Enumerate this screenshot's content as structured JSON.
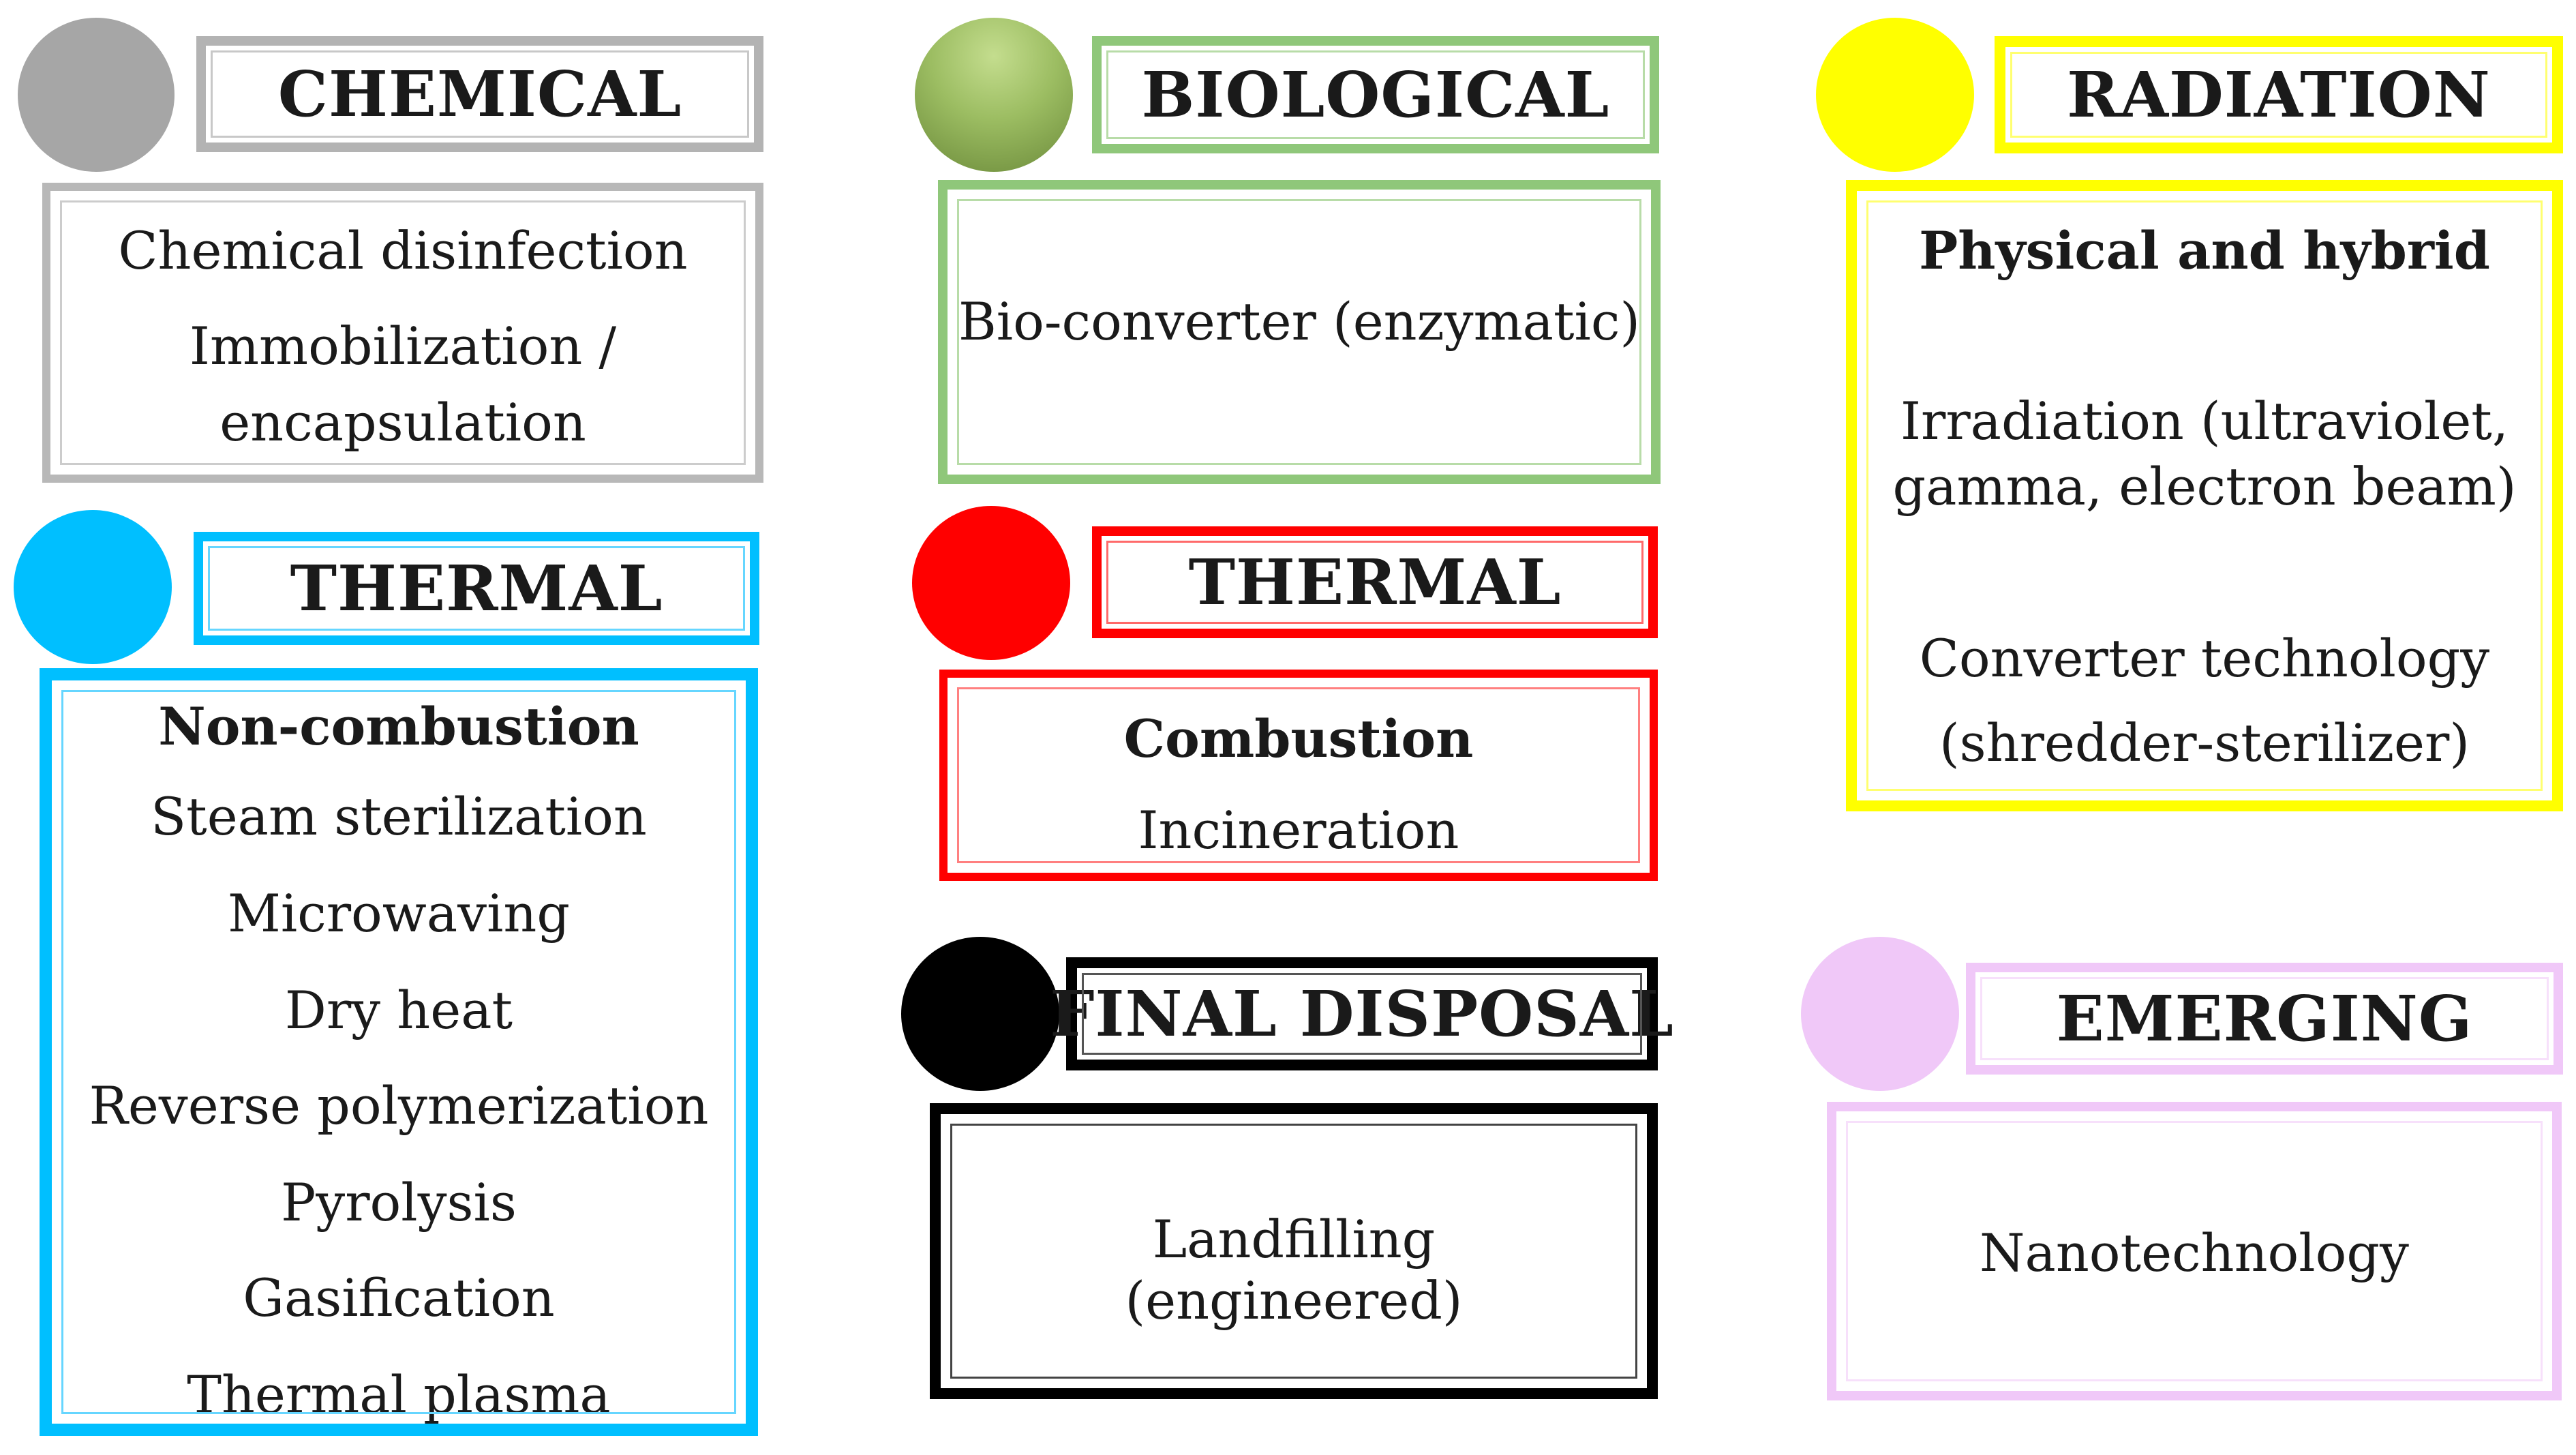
{
  "colors": {
    "chemical": "#b3b3b3",
    "biological": "#8fc77a",
    "radiation": "#ffff00",
    "thermal_blue": "#00bfff",
    "thermal_red": "#ff0000",
    "final_disposal": "#000000",
    "emerging": "#f0c8f8"
  },
  "chemical": {
    "title": "CHEMICAL",
    "items": [
      "Chemical disinfection",
      "Immobilization /",
      "encapsulation"
    ]
  },
  "biological": {
    "title": "BIOLOGICAL",
    "items": [
      "Bio-converter (enzymatic)"
    ]
  },
  "radiation": {
    "title": "RADIATION",
    "heading": "Physical and hybrid",
    "items": [
      "Irradiation (ultraviolet,",
      "gamma, electron beam)",
      "Converter technology",
      "(shredder-sterilizer)"
    ]
  },
  "thermal_noncombustion": {
    "title": "THERMAL",
    "heading": "Non-combustion",
    "items": [
      "Steam sterilization",
      "Microwaving",
      "Dry heat",
      "Reverse polymerization",
      "Pyrolysis",
      "Gasification",
      "Thermal plasma"
    ]
  },
  "thermal_combustion": {
    "title": "THERMAL",
    "heading": "Combustion",
    "items": [
      "Incineration"
    ]
  },
  "final_disposal": {
    "title": "FINAL DISPOSAL",
    "items": [
      "Landfilling",
      "(engineered)"
    ]
  },
  "emerging": {
    "title": "EMERGING",
    "items": [
      "Nanotechnology"
    ]
  }
}
